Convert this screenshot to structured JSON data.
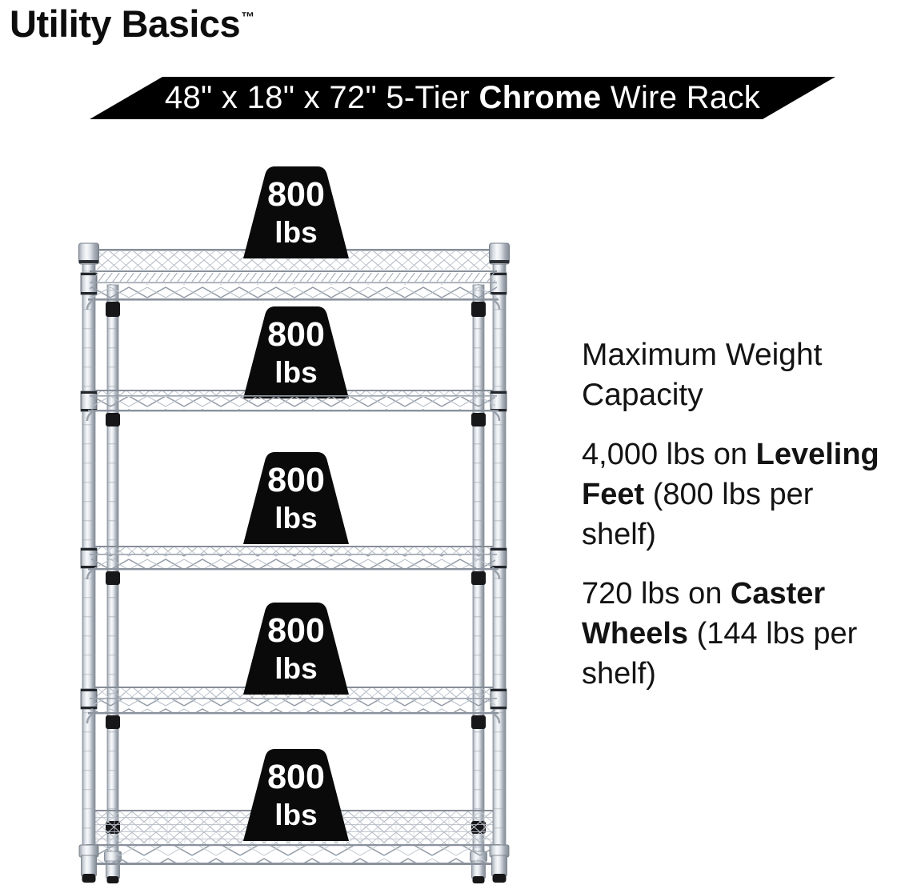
{
  "brand": {
    "name": "Utility Basics",
    "tm": "™"
  },
  "banner": {
    "part1": "48\" x 18\" x 72\" 5-Tier ",
    "part2": "Chrome",
    "part3": " Wire Rack"
  },
  "weights": [
    {
      "value": "800",
      "unit": "lbs"
    },
    {
      "value": "800",
      "unit": "lbs"
    },
    {
      "value": "800",
      "unit": "lbs"
    },
    {
      "value": "800",
      "unit": "lbs"
    },
    {
      "value": "800",
      "unit": "lbs"
    }
  ],
  "info": {
    "heading_line1": "Maximum Weight",
    "heading_line2": "Capacity",
    "p1": {
      "l1a": "4,000 lbs on ",
      "l1b": "Leveling",
      "l2a": "Feet",
      "l2b": " (800 lbs per",
      "l3": "shelf)"
    },
    "p2": {
      "l1a": "720 lbs on ",
      "l1b": "Caster",
      "l2a": "Wheels",
      "l2b": " (144 lbs per",
      "l3": "shelf)"
    }
  },
  "rack": {
    "tiers": 5,
    "type": "chrome-wire-rack-illustration"
  },
  "colors": {
    "banner_bg": "#000000",
    "banner_text": "#ffffff",
    "weight_fill": "#0a0a0a",
    "weight_text": "#ffffff",
    "chrome_light": "#f7f9fb",
    "chrome_dark": "#828a94",
    "collar_black": "#17171a",
    "body_text": "#131313"
  }
}
